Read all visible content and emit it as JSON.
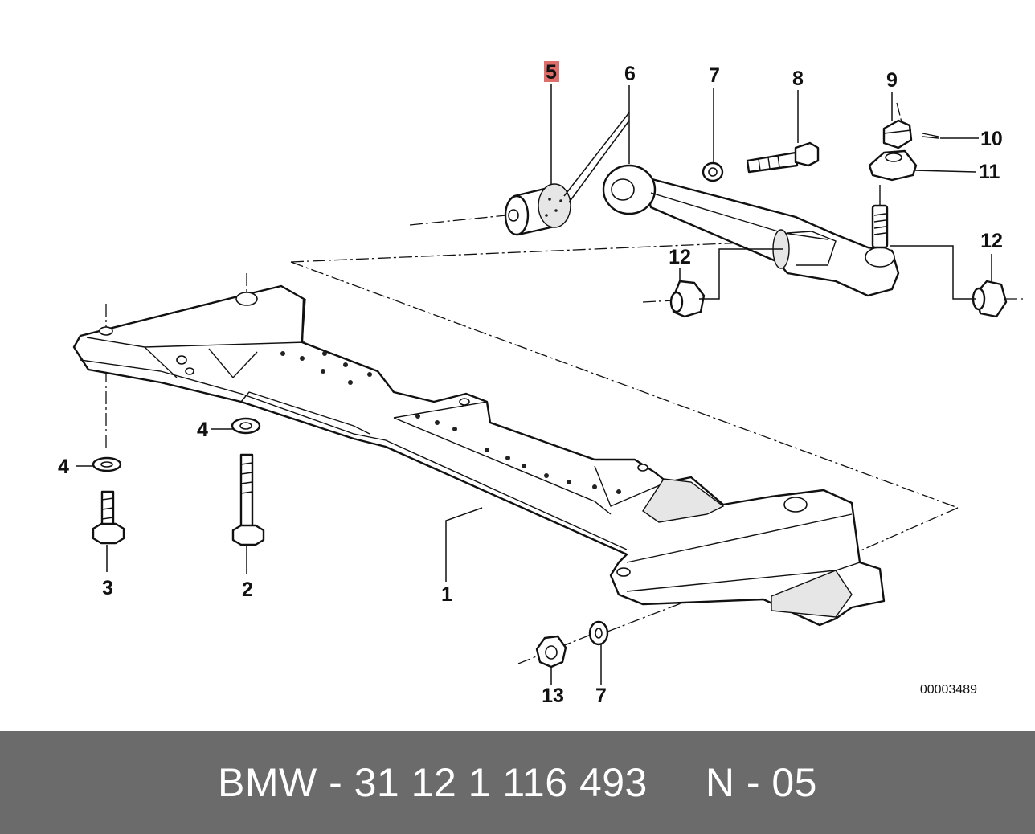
{
  "diagram": {
    "drawing_number": "00003489",
    "highlight_color": "#d9534f",
    "callouts": {
      "c1": "1",
      "c2": "2",
      "c3": "3",
      "c4a": "4",
      "c4b": "4",
      "c5": "5",
      "c6": "6",
      "c7a": "7",
      "c7b": "7",
      "c8": "8",
      "c9": "9",
      "c10": "10",
      "c11": "11",
      "c12a": "12",
      "c12b": "12",
      "c13": "13"
    }
  },
  "footer": {
    "part_line": "BMW - 31 12 1 116 493     N - 05"
  }
}
